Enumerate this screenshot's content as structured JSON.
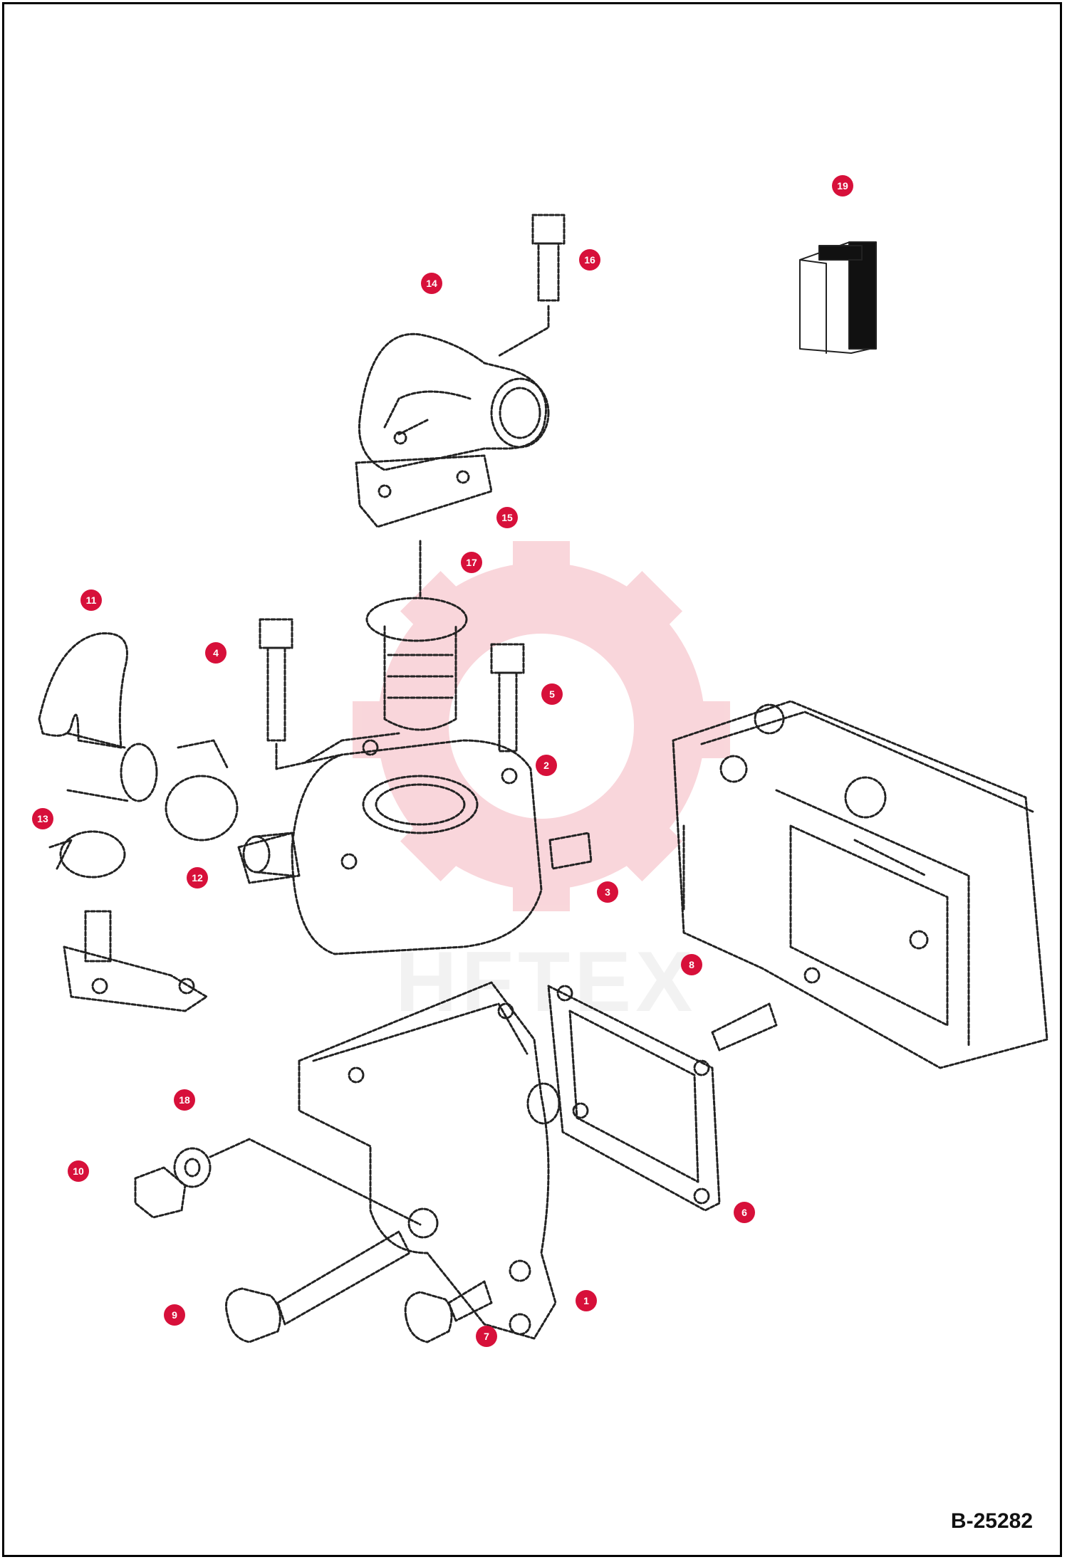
{
  "diagram": {
    "reference": "B-25282",
    "watermark_text": "HFTEX",
    "accent_color": "#d7103a",
    "callouts": [
      {
        "id": "c1",
        "label": "1"
      },
      {
        "id": "c2",
        "label": "2"
      },
      {
        "id": "c3",
        "label": "3"
      },
      {
        "id": "c4",
        "label": "4"
      },
      {
        "id": "c5",
        "label": "5"
      },
      {
        "id": "c6",
        "label": "6"
      },
      {
        "id": "c7",
        "label": "7"
      },
      {
        "id": "c8",
        "label": "8"
      },
      {
        "id": "c9",
        "label": "9"
      },
      {
        "id": "c10",
        "label": "10"
      },
      {
        "id": "c11",
        "label": "11"
      },
      {
        "id": "c12",
        "label": "12"
      },
      {
        "id": "c13",
        "label": "13"
      },
      {
        "id": "c14",
        "label": "14"
      },
      {
        "id": "c15",
        "label": "15"
      },
      {
        "id": "c16",
        "label": "16"
      },
      {
        "id": "c17",
        "label": "17"
      },
      {
        "id": "c18",
        "label": "18"
      },
      {
        "id": "c19",
        "label": "19"
      }
    ]
  }
}
